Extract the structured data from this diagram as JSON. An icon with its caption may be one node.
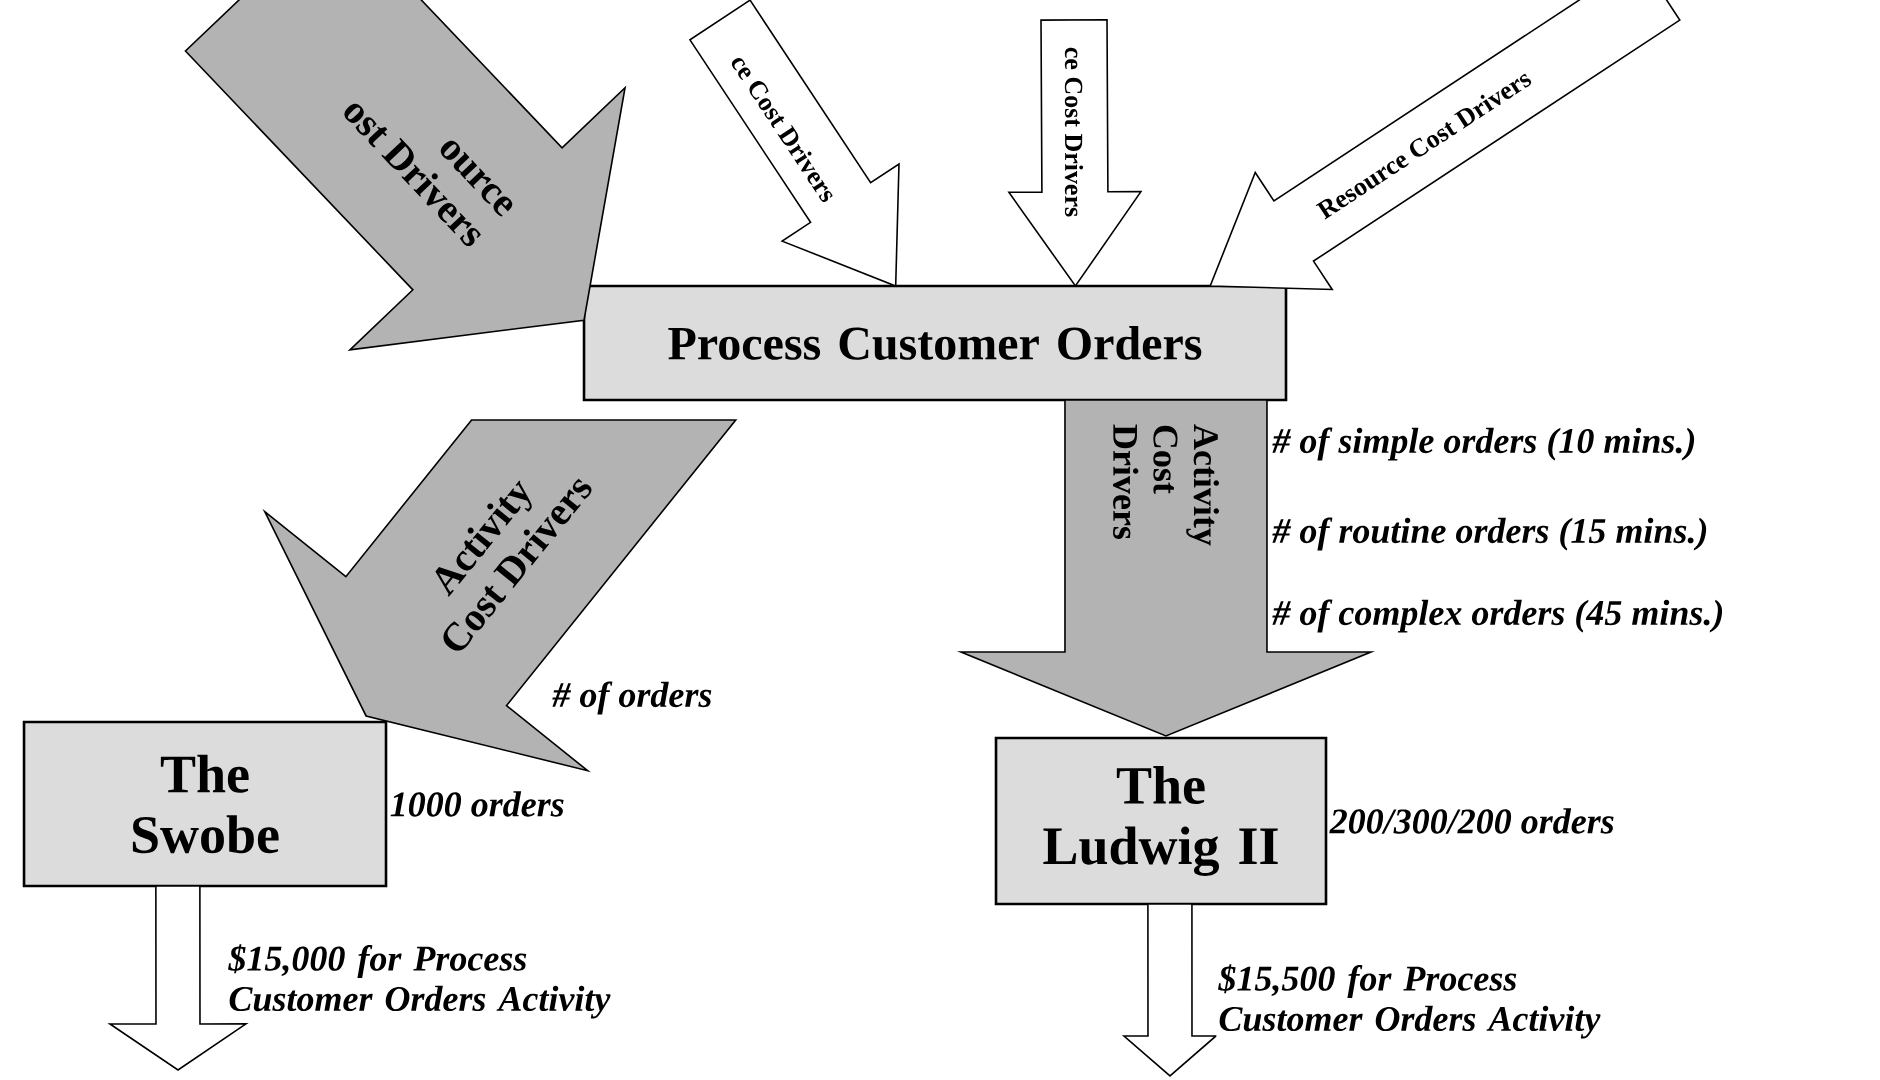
{
  "diagram": {
    "nodes": [
      {
        "text": [
          "Process Customer Orders"
        ]
      },
      {
        "text": [
          "The Swobe"
        ],
        "beside": [
          "1000 orders"
        ]
      },
      {
        "text": [
          "The Ludwig II"
        ],
        "beside": [
          "200/300/200 orders"
        ]
      }
    ],
    "edges": [
      {
        "from": null,
        "to": 0,
        "arrow": "to",
        "label": "ource ost Drivers",
        "color": "#b3b3b3"
      },
      {
        "from": null,
        "to": 0,
        "arrow": "to",
        "label": "ce Cost Drivers"
      },
      {
        "from": null,
        "to": 0,
        "arrow": "to",
        "label": "ce Cost Drivers"
      },
      {
        "from": null,
        "to": 0,
        "arrow": "to",
        "label": "Resource Cost Drivers"
      },
      {
        "from": 0,
        "to": 1,
        "arrow": "to",
        "label": "Activity Cost Drivers",
        "color": "#b3b3b3"
      },
      {
        "from": 0,
        "to": 2,
        "arrow": "to",
        "label": "Activity Cost Drivers",
        "color": "#b3b3b3"
      },
      {
        "from": 1,
        "to": null,
        "arrow": "to",
        "label": "$15,000 for Process Customer Orders Activity"
      },
      {
        "from": 2,
        "to": null,
        "arrow": "to",
        "label": "$15,500 for Process Customer Orders Activity"
      }
    ],
    "labels": [
      "# of orders",
      "# of simple orders (10 mins.)",
      "# of routine orders (15 mins.)",
      "# of complex orders (45 mins.)"
    ]
  }
}
